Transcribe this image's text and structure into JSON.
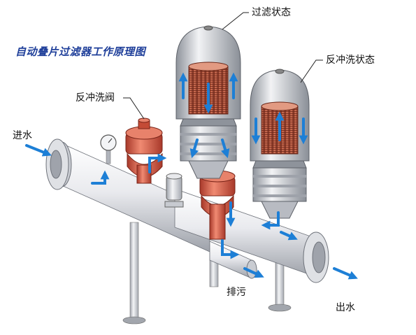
{
  "title": "自动叠片过滤器工作原理图",
  "labels": {
    "filter_state": "过滤状态",
    "backwash_state": "反冲洗状态",
    "backwash_valve": "反冲洗阀",
    "inlet": "进水",
    "drain": "排污",
    "outlet": "出水"
  },
  "colors": {
    "flow_arrow": "#1d7fd6",
    "valve": "#d9533f",
    "disc_stack": "#b5553c",
    "pipe": "#e6e7ea",
    "label_text": "#111111",
    "title_text": "#1f3f9a"
  }
}
